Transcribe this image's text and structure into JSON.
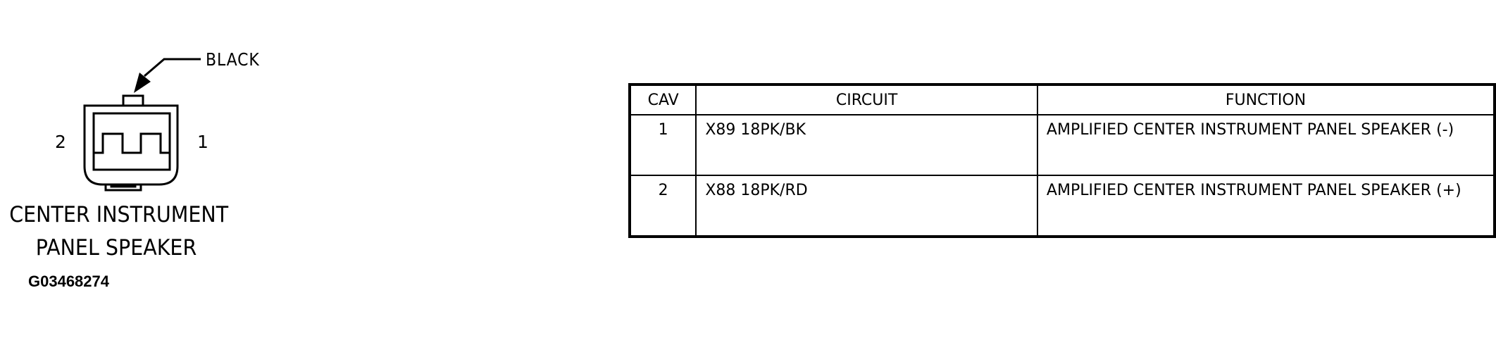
{
  "connector": {
    "color_label": "BLACK",
    "pin_labels": {
      "left": "2",
      "right": "1"
    },
    "name_lines": [
      "CENTER INSTRUMENT",
      "PANEL SPEAKER"
    ],
    "figure_id": "G03468274"
  },
  "pinout_table": {
    "headers": {
      "cav": "CAV",
      "circuit": "CIRCUIT",
      "function": "FUNCTION"
    },
    "rows": [
      {
        "cav": "1",
        "circuit": "X89 18PK/BK",
        "function": "AMPLIFIED CENTER INSTRUMENT PANEL SPEAKER (-)"
      },
      {
        "cav": "2",
        "circuit": "X88 18PK/RD",
        "function": "AMPLIFIED CENTER INSTRUMENT PANEL SPEAKER (+)"
      }
    ]
  }
}
